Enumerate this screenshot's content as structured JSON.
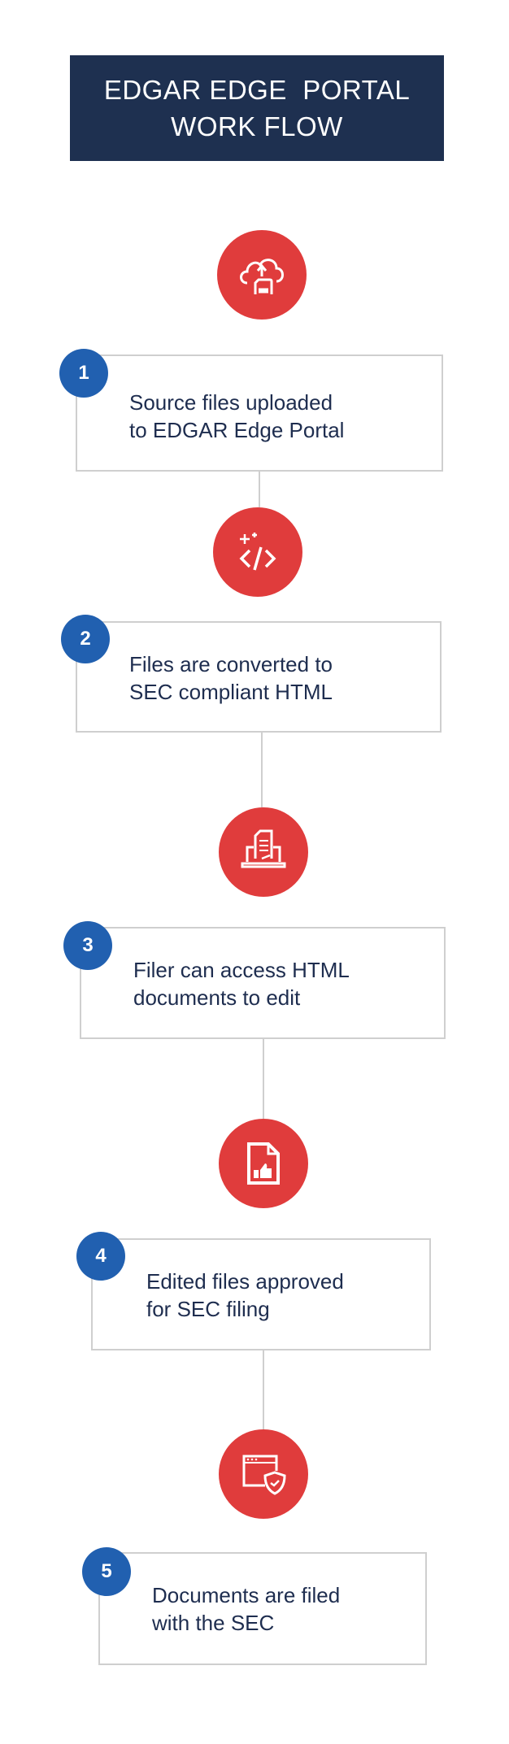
{
  "header": {
    "line1": "EDGAR EDGE  PORTAL",
    "line2": "WORK FLOW"
  },
  "colors": {
    "navy": "#1e3050",
    "red": "#e03c3c",
    "blue": "#2160b0",
    "text": "#1e2d4f"
  },
  "steps": [
    {
      "number": "1",
      "icon": "cloud-upload-icon",
      "line1": "Source files uploaded",
      "line2": "to EDGAR Edge Portal"
    },
    {
      "number": "2",
      "icon": "code-sparkle-icon",
      "line1": "Files are converted to",
      "line2": "SEC compliant HTML"
    },
    {
      "number": "3",
      "icon": "laptop-document-icon",
      "line1": "Filer can access HTML",
      "line2": "documents to edit"
    },
    {
      "number": "4",
      "icon": "document-thumbs-up-icon",
      "line1": "Edited files approved",
      "line2": "for SEC filing"
    },
    {
      "number": "5",
      "icon": "browser-shield-icon",
      "line1": "Documents are filed",
      "line2": "with the SEC"
    }
  ]
}
